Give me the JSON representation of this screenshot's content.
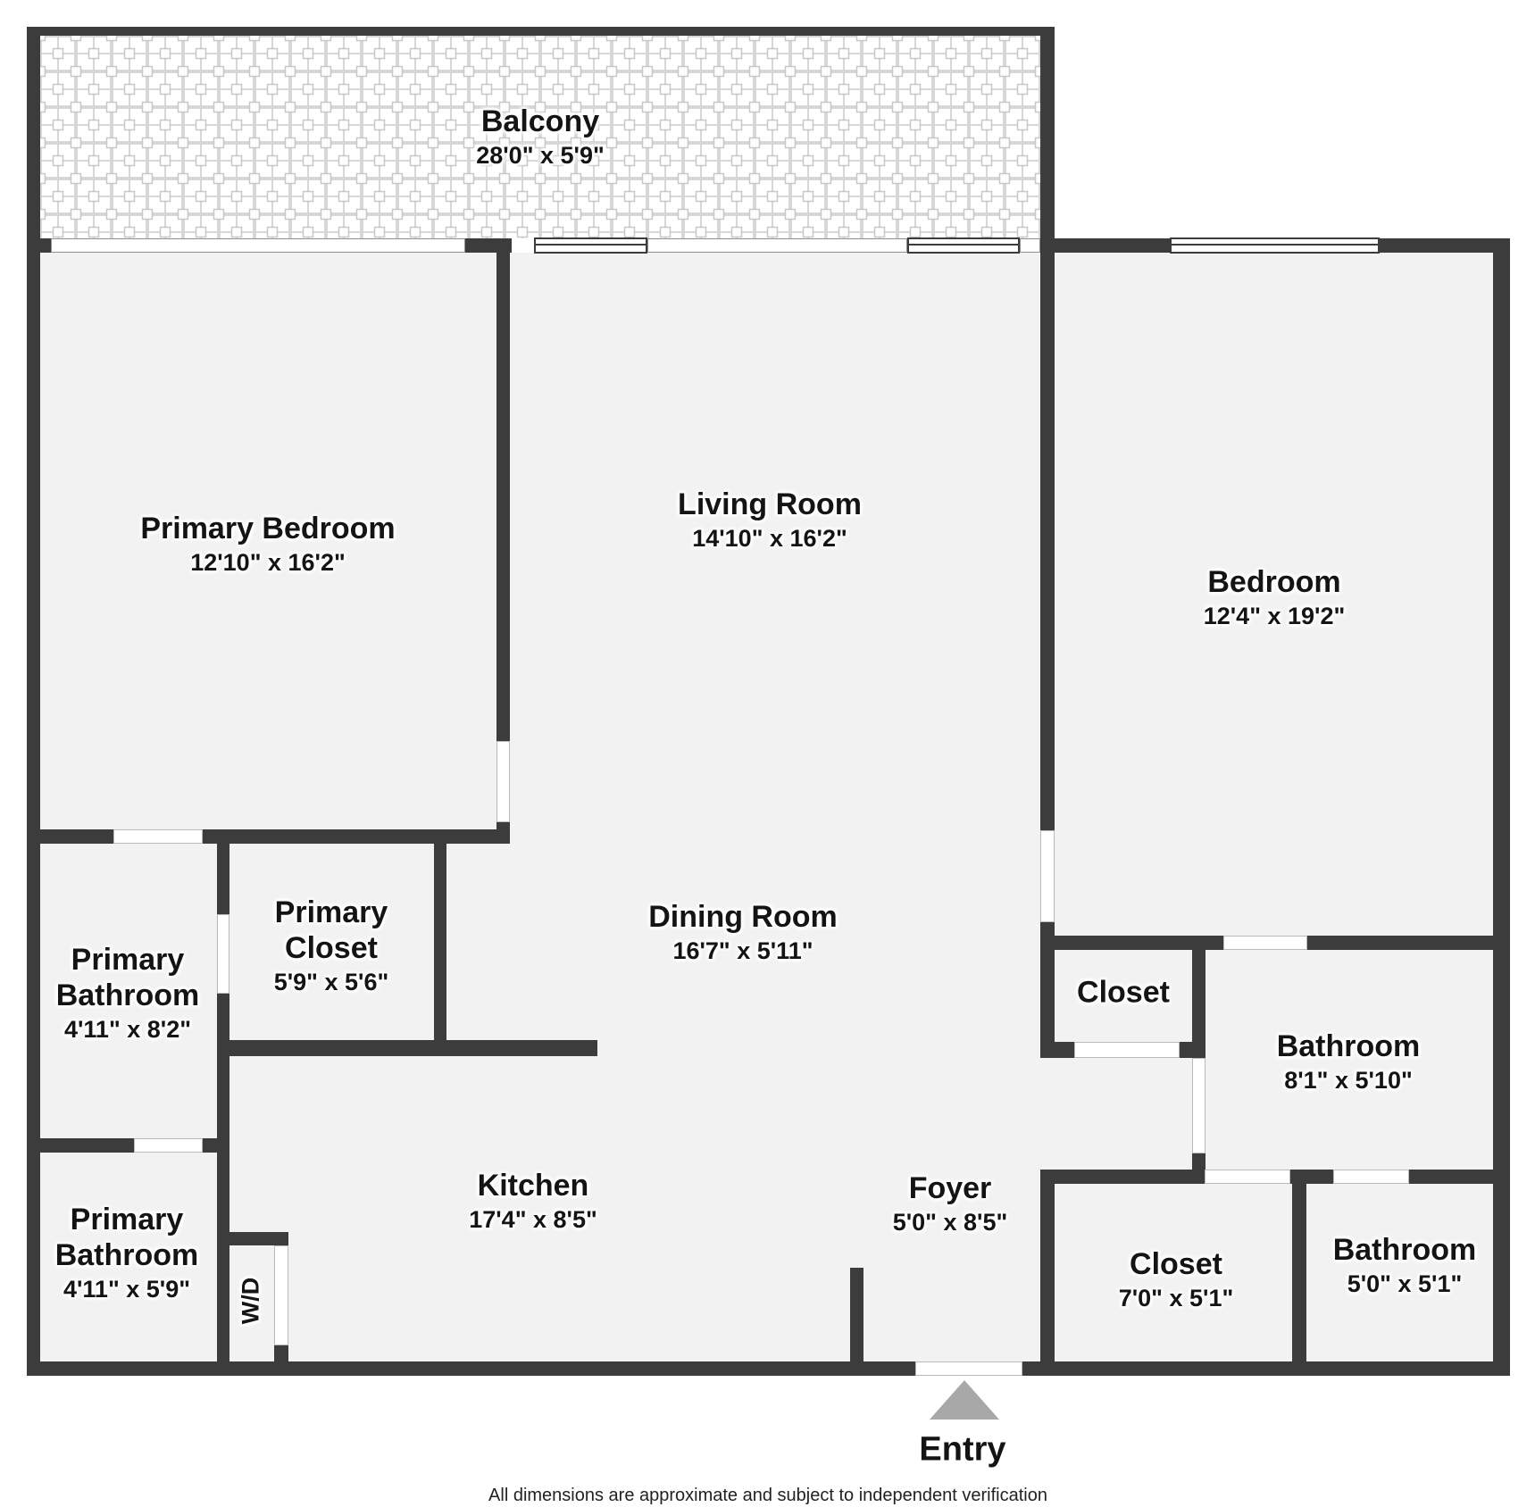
{
  "rooms": {
    "balcony": {
      "name": "Balcony",
      "dims": "28'0\" x 5'9\""
    },
    "primary_bedroom": {
      "name": "Primary Bedroom",
      "dims": "12'10\" x 16'2\""
    },
    "living_room": {
      "name": "Living Room",
      "dims": "14'10\" x 16'2\""
    },
    "bedroom": {
      "name": "Bedroom",
      "dims": "12'4\" x 19'2\""
    },
    "primary_bathroom_upper": {
      "line1": "Primary",
      "line2": "Bathroom",
      "dims": "4'11\" x 8'2\""
    },
    "primary_closet": {
      "line1": "Primary",
      "line2": "Closet",
      "dims": "5'9\" x 5'6\""
    },
    "dining_room": {
      "name": "Dining Room",
      "dims": "16'7\" x 5'11\""
    },
    "hall_closet": {
      "name": "Closet"
    },
    "hall_bathroom": {
      "name": "Bathroom",
      "dims": "8'1\" x 5'10\""
    },
    "primary_bathroom_lower": {
      "line1": "Primary",
      "line2": "Bathroom",
      "dims": "4'11\" x 5'9\""
    },
    "washer_dryer": {
      "label": "W/D"
    },
    "kitchen": {
      "name": "Kitchen",
      "dims": "17'4\" x 8'5\""
    },
    "foyer": {
      "name": "Foyer",
      "dims": "5'0\" x 8'5\""
    },
    "foyer_closet": {
      "name": "Closet",
      "dims": "7'0\" x 5'1\""
    },
    "small_bathroom": {
      "name": "Bathroom",
      "dims": "5'0\" x 5'1\""
    }
  },
  "entry": {
    "label": "Entry"
  },
  "footer": {
    "text": "All dimensions are approximate and subject to independent verification"
  },
  "colors": {
    "wall": "#3c3c3c",
    "floor": "#f2f2f2",
    "background": "#ffffff",
    "tile_grout": "#d7d7d7",
    "entry_arrow": "#a8a8a8",
    "text": "#141414"
  }
}
